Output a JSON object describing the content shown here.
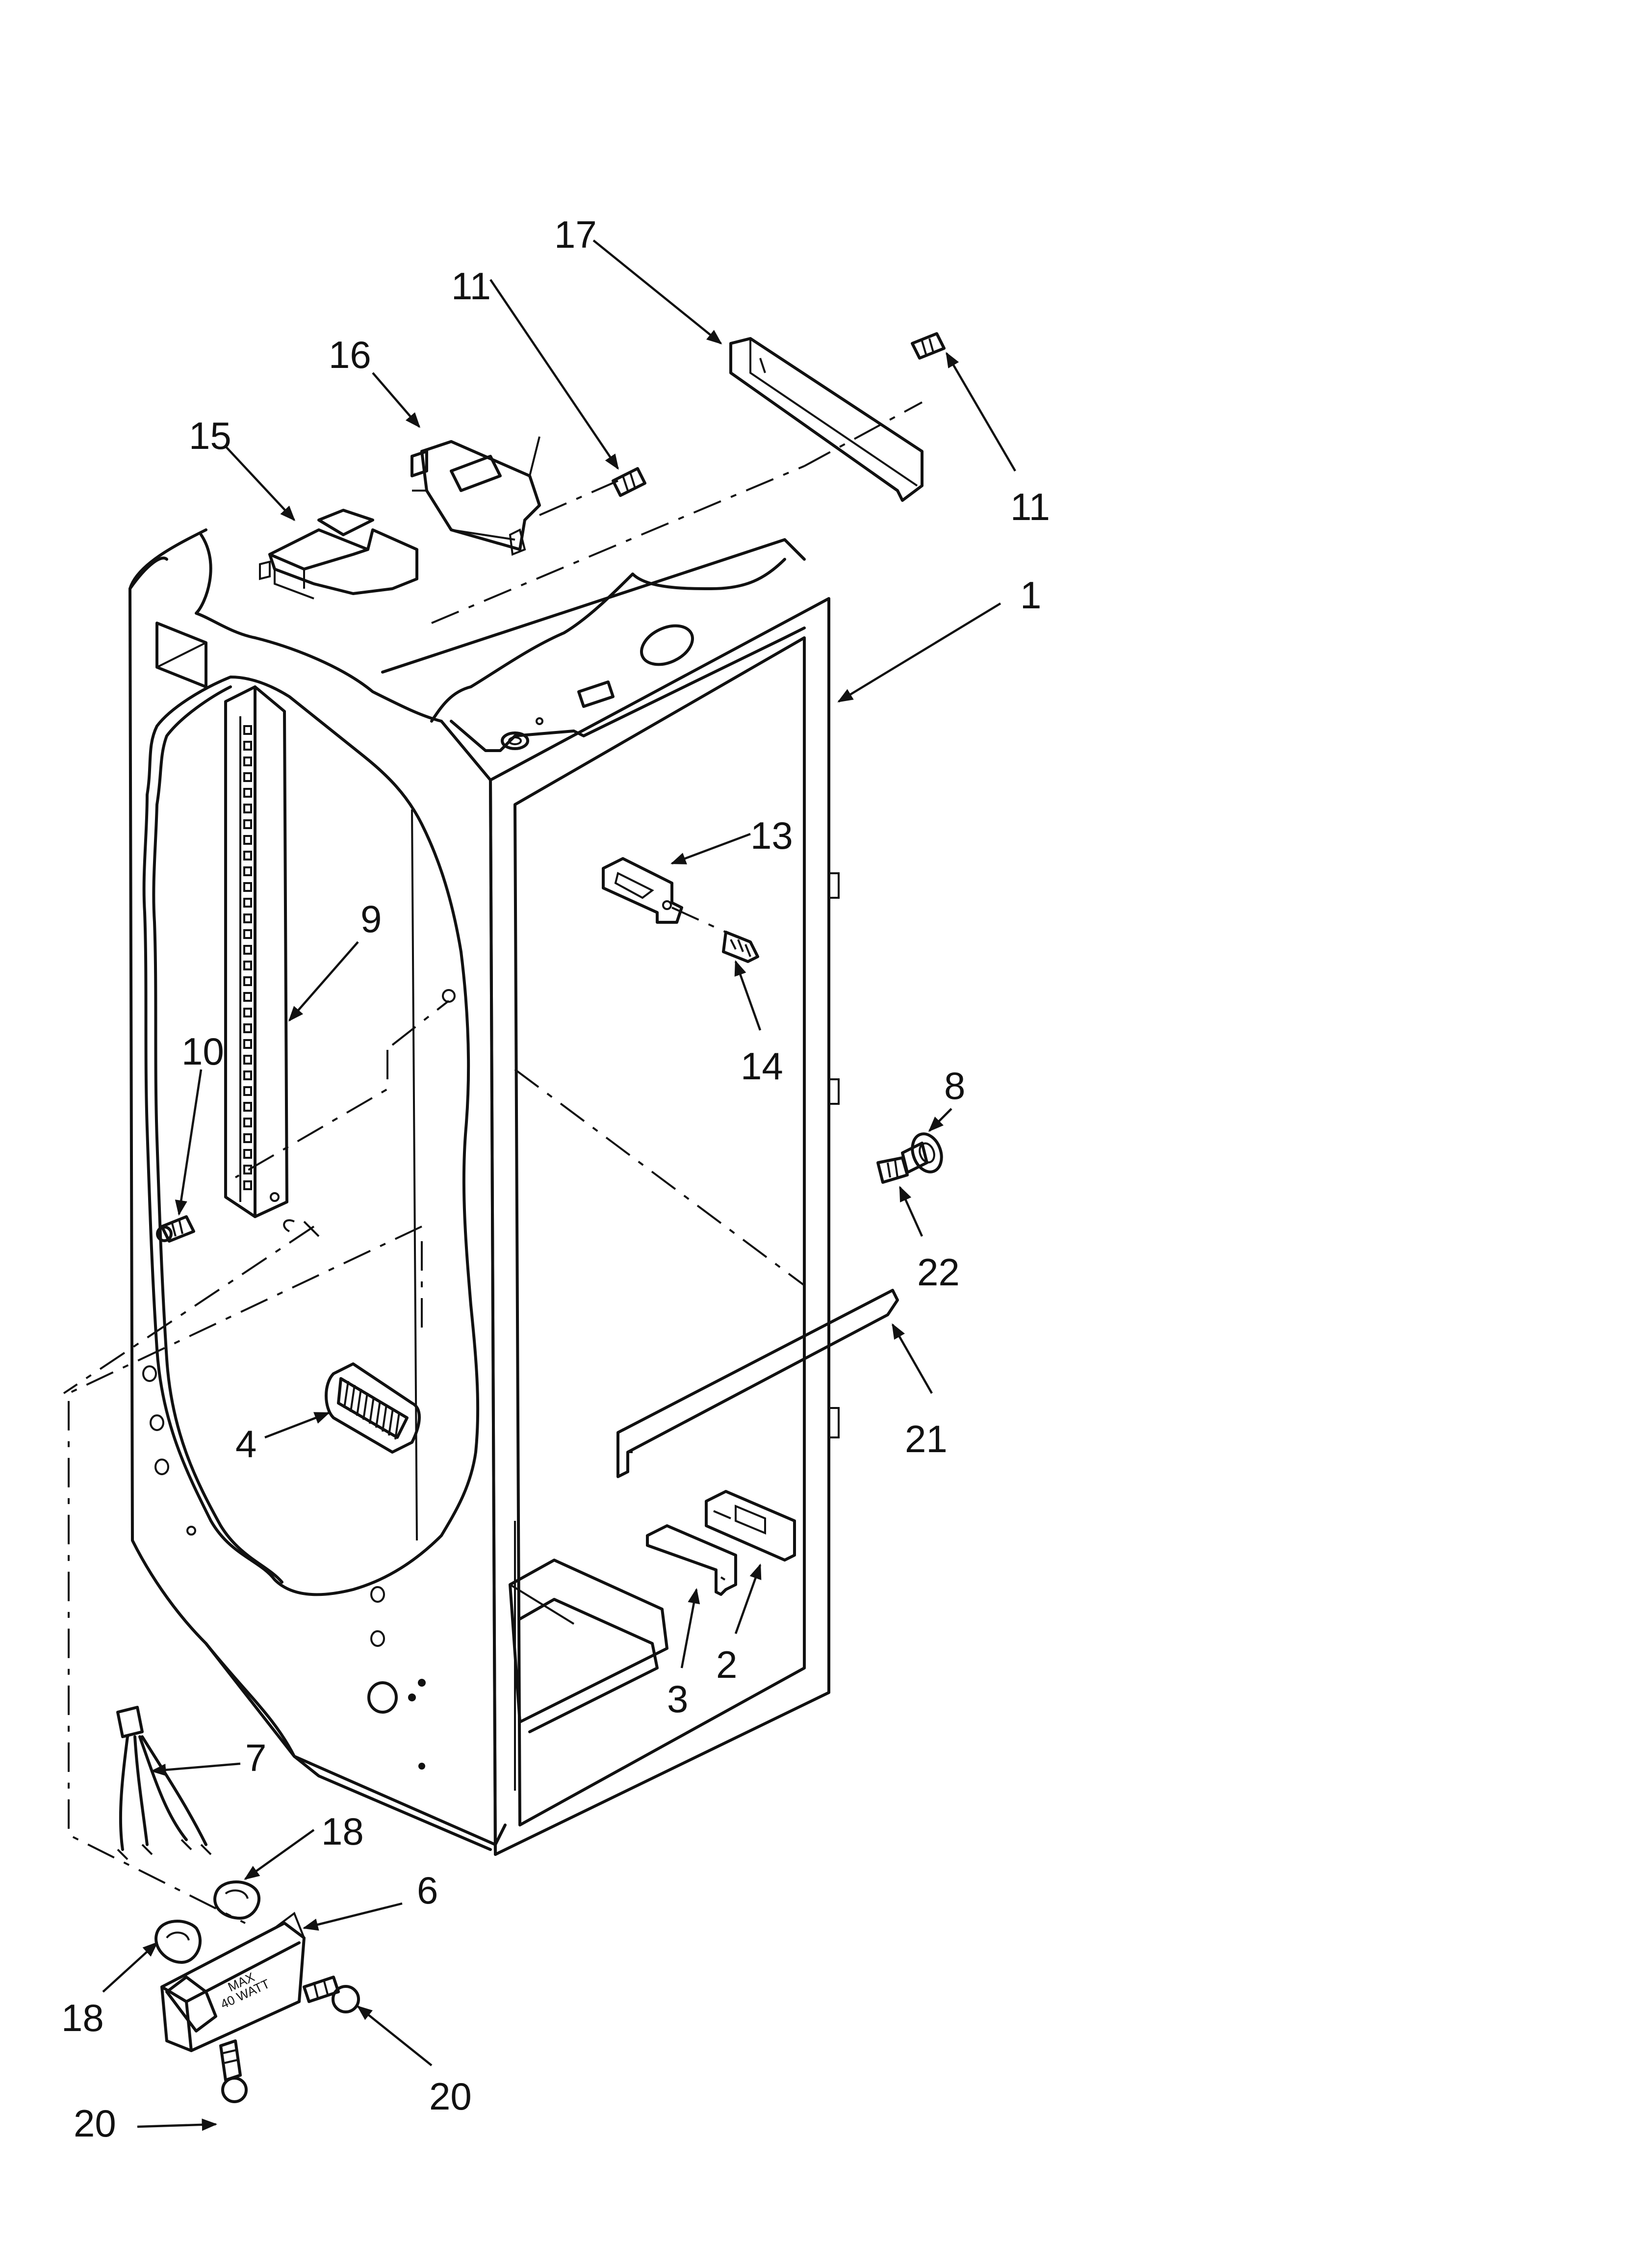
{
  "diagram": {
    "label_on_part_6": {
      "line1": "MAX",
      "line2": "40 WATT"
    },
    "callouts": [
      {
        "id": "c1",
        "number": "1"
      },
      {
        "id": "c2",
        "number": "2"
      },
      {
        "id": "c3",
        "number": "3"
      },
      {
        "id": "c4",
        "number": "4"
      },
      {
        "id": "c6",
        "number": "6"
      },
      {
        "id": "c7",
        "number": "7"
      },
      {
        "id": "c8",
        "number": "8"
      },
      {
        "id": "c9",
        "number": "9"
      },
      {
        "id": "c10",
        "number": "10"
      },
      {
        "id": "c11a",
        "number": "11"
      },
      {
        "id": "c11b",
        "number": "11"
      },
      {
        "id": "c13",
        "number": "13"
      },
      {
        "id": "c14",
        "number": "14"
      },
      {
        "id": "c15",
        "number": "15"
      },
      {
        "id": "c16",
        "number": "16"
      },
      {
        "id": "c17",
        "number": "17"
      },
      {
        "id": "c18a",
        "number": "18"
      },
      {
        "id": "c18b",
        "number": "18"
      },
      {
        "id": "c20a",
        "number": "20"
      },
      {
        "id": "c20b",
        "number": "20"
      },
      {
        "id": "c21",
        "number": "21"
      },
      {
        "id": "c22",
        "number": "22"
      }
    ]
  }
}
